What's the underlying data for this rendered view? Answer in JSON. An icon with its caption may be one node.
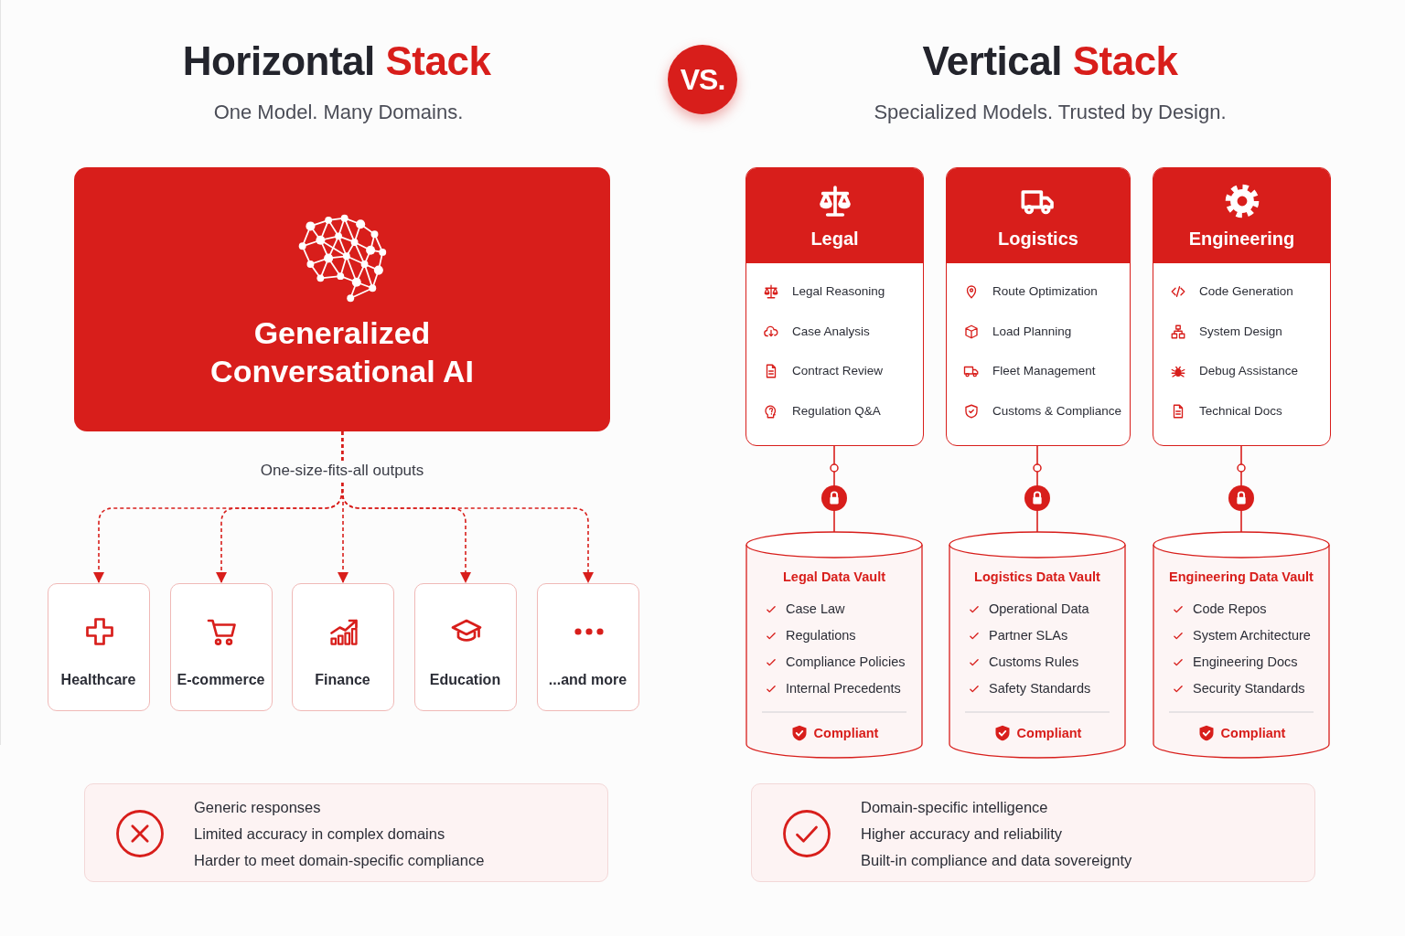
{
  "diagram": {
    "nodes": [
      {
        "text": [
          "VS."
        ]
      },
      {
        "text": [
          "Generalized Conversational AI"
        ]
      },
      {
        "text": [
          "Healthcare"
        ]
      },
      {
        "text": [
          "E-commerce"
        ]
      },
      {
        "text": [
          "Finance"
        ]
      },
      {
        "text": [
          "Education"
        ]
      },
      {
        "text": [
          "...and more"
        ]
      },
      {
        "text": [
          "Generic responses",
          "Limited accuracy in complex domains",
          "Harder to meet domain-specific compliance"
        ]
      },
      {
        "text": [
          "Legal",
          "Legal Reasoning",
          "Case Analysis",
          "Contract Review",
          "Regulation Q&A"
        ]
      },
      {
        "text": [
          "Logistics",
          "Route Optimization",
          "Load Planning",
          "Fleet Management",
          "Customs & Compliance"
        ]
      },
      {
        "text": [
          "Engineering",
          "Code Generation",
          "System Design",
          "Debug Assistance",
          "Technical Docs"
        ]
      },
      {
        "text": [
          "Legal Data Vault",
          "Case Law",
          "Regulations",
          "Compliance Policies",
          "Internal Precedents",
          "Compliant"
        ]
      },
      {
        "text": [
          "Logistics Data Vault",
          "Operational Data",
          "Partner SLAs",
          "Customs Rules",
          "Safety Standards",
          "Compliant"
        ]
      },
      {
        "text": [
          "Engineering Data Vault",
          "Code Repos",
          "System Architecture",
          "Engineering Docs",
          "Security Standards",
          "Compliant"
        ]
      },
      {
        "text": [
          "Domain-specific intelligence",
          "Higher accuracy and reliability",
          "Built-in compliance and data sovereignty"
        ]
      }
    ],
    "edges": [
      {
        "from": 1,
        "to": 2,
        "arrow": "to",
        "style": "dashed"
      },
      {
        "from": 1,
        "to": 3,
        "arrow": "to",
        "style": "dashed"
      },
      {
        "from": 1,
        "to": 4,
        "arrow": "to",
        "style": "dashed",
        "label": "One-size-fits-all outputs"
      },
      {
        "from": 1,
        "to": 5,
        "arrow": "to",
        "style": "dashed"
      },
      {
        "from": 1,
        "to": 6,
        "arrow": "to",
        "style": "dashed"
      },
      {
        "from": 8,
        "to": 11,
        "arrow": "other"
      },
      {
        "from": 9,
        "to": 12,
        "arrow": "other"
      },
      {
        "from": 10,
        "to": 13,
        "arrow": "other"
      }
    ],
    "labels": [
      "Horizontal Stack",
      "One Model. Many Domains.",
      "Vertical Stack",
      "Specialized Models. Trusted by Design."
    ]
  }
}
